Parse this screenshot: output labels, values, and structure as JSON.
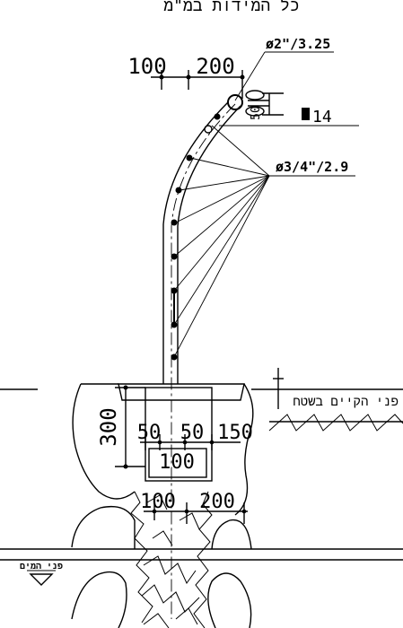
{
  "header": {
    "title": "כל המידות במ\"מ"
  },
  "labels": {
    "pipe_top": "ø2\"/3.25",
    "plate": "14",
    "braces": "ø3/4\"/2.9",
    "ground": "פני הקיים בשטח",
    "water": "פני המים"
  },
  "dimensions": {
    "top_left": "100",
    "top_right": "200",
    "ring_gap": "50",
    "footing_height": "300",
    "footing_a": "50",
    "footing_b": "50",
    "footing_c": "150",
    "footing_width": "100",
    "lower_left": "100",
    "lower_right": "200"
  }
}
